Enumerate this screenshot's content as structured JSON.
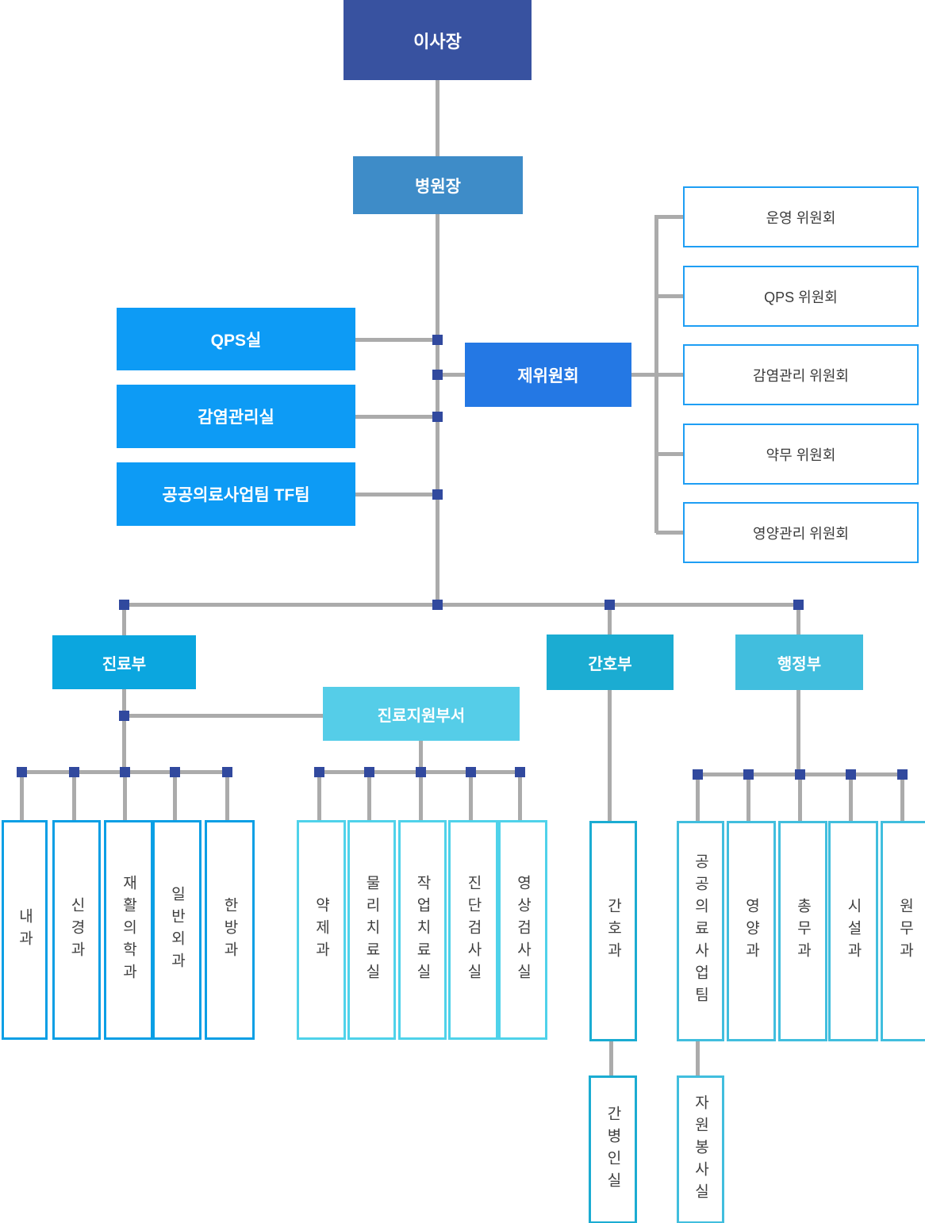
{
  "chairman": {
    "label": "이사장"
  },
  "director": {
    "label": "병원장"
  },
  "staff_offices": [
    {
      "label": "QPS실"
    },
    {
      "label": "감염관리실"
    },
    {
      "label": "공공의료사업팀 TF팀"
    }
  ],
  "committees_hub": {
    "label": "제위원회"
  },
  "committees": [
    "운영 위원회",
    "QPS 위원회",
    "감염관리 위원회",
    "약무 위원회",
    "영양관리 위원회"
  ],
  "departments": {
    "medical": {
      "label": "진료부"
    },
    "support": {
      "label": "진료지원부서"
    },
    "nursing": {
      "label": "간호부"
    },
    "admin": {
      "label": "행정부"
    }
  },
  "medical_units": [
    "내과",
    "신경과",
    "재활의학과",
    "일반외과",
    "한방과"
  ],
  "support_units": [
    "약제과",
    "물리치료실",
    "작업치료실",
    "진단검사실",
    "영상검사실"
  ],
  "nursing_units": [
    "간호과"
  ],
  "nursing_sub_units": [
    "간병인실"
  ],
  "admin_units": [
    "공공의료사업팀",
    "영양과",
    "총무과",
    "시설과",
    "원무과"
  ],
  "admin_sub_units": [
    "자원봉사실"
  ],
  "colors": {
    "chairman_fill": "#3852A0",
    "director_fill": "#3E8CC8",
    "staff_office_fill": "#0D9BF5",
    "hub_fill": "#2478E4",
    "committee_border": "#1E9EF4",
    "medical_fill": "#0BA6DF",
    "support_fill": "#55CDE8",
    "nursing_fill": "#1BACD2",
    "admin_fill": "#41BEDE",
    "connector_line": "#ABABAB",
    "junction_node": "#31499E"
  }
}
